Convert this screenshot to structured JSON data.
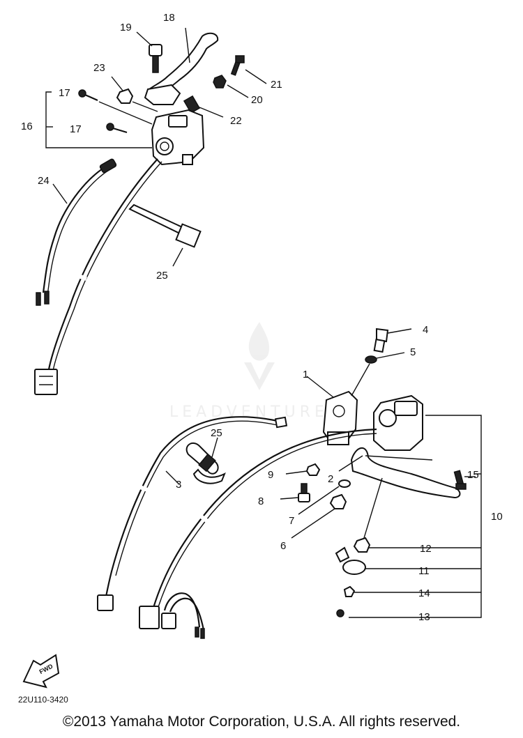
{
  "diagram": {
    "callouts": [
      {
        "id": "c1",
        "text": "1"
      },
      {
        "id": "c2",
        "text": "2"
      },
      {
        "id": "c3",
        "text": "3"
      },
      {
        "id": "c4",
        "text": "4"
      },
      {
        "id": "c5",
        "text": "5"
      },
      {
        "id": "c6",
        "text": "6"
      },
      {
        "id": "c7",
        "text": "7"
      },
      {
        "id": "c8",
        "text": "8"
      },
      {
        "id": "c9",
        "text": "9"
      },
      {
        "id": "c10",
        "text": "10"
      },
      {
        "id": "c11",
        "text": "11"
      },
      {
        "id": "c12",
        "text": "12"
      },
      {
        "id": "c13",
        "text": "13"
      },
      {
        "id": "c14",
        "text": "14"
      },
      {
        "id": "c15",
        "text": "15"
      },
      {
        "id": "c16",
        "text": "16"
      },
      {
        "id": "c17a",
        "text": "17"
      },
      {
        "id": "c17b",
        "text": "17"
      },
      {
        "id": "c18",
        "text": "18"
      },
      {
        "id": "c19",
        "text": "19"
      },
      {
        "id": "c20",
        "text": "20"
      },
      {
        "id": "c21",
        "text": "21"
      },
      {
        "id": "c22",
        "text": "22"
      },
      {
        "id": "c23",
        "text": "23"
      },
      {
        "id": "c24",
        "text": "24"
      },
      {
        "id": "c25a",
        "text": "25"
      },
      {
        "id": "c25b",
        "text": "25"
      }
    ],
    "reference_code": "22U110-3420",
    "front_arrow_label": "FWD",
    "watermark": "LEADVENTURE"
  },
  "footer": {
    "copyright": "©2013 Yamaha Motor Corporation, U.S.A. All rights reserved."
  }
}
